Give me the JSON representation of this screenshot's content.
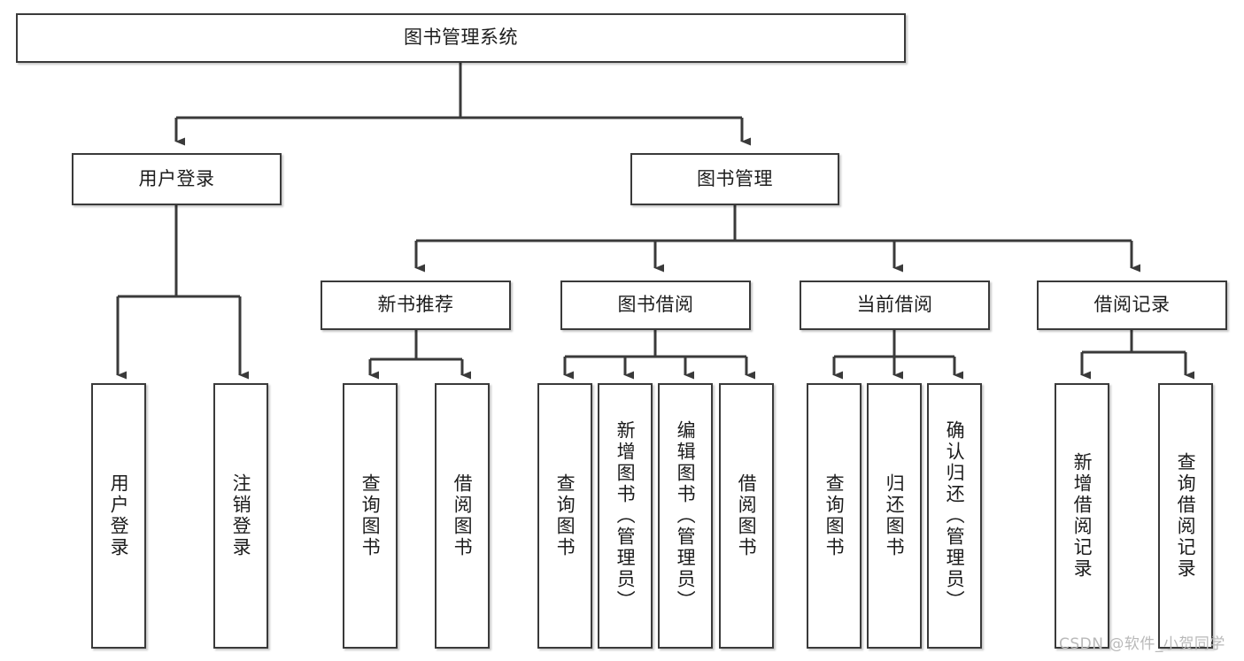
{
  "diagram": {
    "type": "tree",
    "title": "图书管理系统",
    "root": {
      "id": "root",
      "label": "图书管理系统",
      "orientation": "horizontal"
    },
    "level1": [
      {
        "id": "user-login",
        "label": "用户登录",
        "orientation": "horizontal"
      },
      {
        "id": "book-manage",
        "label": "图书管理",
        "orientation": "horizontal"
      }
    ],
    "level2": [
      {
        "id": "new-book-rec",
        "label": "新书推荐",
        "orientation": "horizontal",
        "parent": "book-manage"
      },
      {
        "id": "book-borrow",
        "label": "图书借阅",
        "orientation": "horizontal",
        "parent": "book-manage"
      },
      {
        "id": "current-borrow",
        "label": "当前借阅",
        "orientation": "horizontal",
        "parent": "book-manage"
      },
      {
        "id": "borrow-record",
        "label": "借阅记录",
        "orientation": "horizontal",
        "parent": "book-manage"
      }
    ],
    "leaves": [
      {
        "id": "leaf-user-login",
        "label": "用户登录",
        "parent": "user-login"
      },
      {
        "id": "leaf-user-logout",
        "label": "注销登录",
        "parent": "user-login"
      },
      {
        "id": "leaf-query-book-1",
        "label": "查询图书",
        "parent": "new-book-rec"
      },
      {
        "id": "leaf-borrow-book-1",
        "label": "借阅图书",
        "parent": "new-book-rec"
      },
      {
        "id": "leaf-query-book-2",
        "label": "查询图书",
        "parent": "book-borrow"
      },
      {
        "id": "leaf-add-book",
        "label": "新增图书（管理员）",
        "parent": "book-borrow"
      },
      {
        "id": "leaf-edit-book",
        "label": "编辑图书（管理员）",
        "parent": "book-borrow"
      },
      {
        "id": "leaf-borrow-book-2",
        "label": "借阅图书",
        "parent": "book-borrow"
      },
      {
        "id": "leaf-query-book-3",
        "label": "查询图书",
        "parent": "current-borrow"
      },
      {
        "id": "leaf-return-book",
        "label": "归还图书",
        "parent": "current-borrow"
      },
      {
        "id": "leaf-confirm-return",
        "label": "确认归还（管理员）",
        "parent": "current-borrow"
      },
      {
        "id": "leaf-add-record",
        "label": "新增借阅记录",
        "parent": "borrow-record"
      },
      {
        "id": "leaf-query-record",
        "label": "查询借阅记录",
        "parent": "borrow-record"
      }
    ],
    "watermark": "CSDN @软件_小贺同学",
    "colors": {
      "background": "#ffffff",
      "box_border": "#3a3a3a",
      "box_fill": "#ffffff",
      "connector": "#3a3a3a",
      "text": "#1c1c1c",
      "watermark": "#b9b9b9"
    }
  }
}
